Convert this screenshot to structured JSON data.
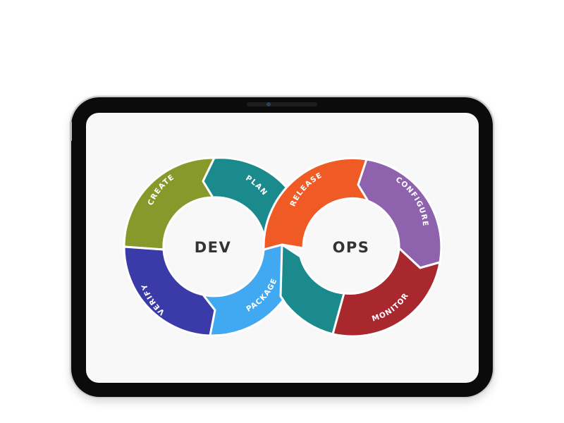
{
  "diagram": {
    "dev_label": "DEV",
    "ops_label": "OPS",
    "stages": {
      "create": "CREATE",
      "plan": "PLAN",
      "verify": "VERIFY",
      "package": "PACKAGE",
      "release": "RELEASE",
      "configure": "CONFIGURE",
      "monitor": "MONITOR"
    },
    "colors": {
      "create": "#88992c",
      "plan": "#1b8a8c",
      "verify": "#3a3aa8",
      "package": "#41a9f2",
      "release": "#f05a24",
      "configure": "#8e62ad",
      "monitor": "#a8282e",
      "teal_lower": "#1b8a8c"
    }
  }
}
